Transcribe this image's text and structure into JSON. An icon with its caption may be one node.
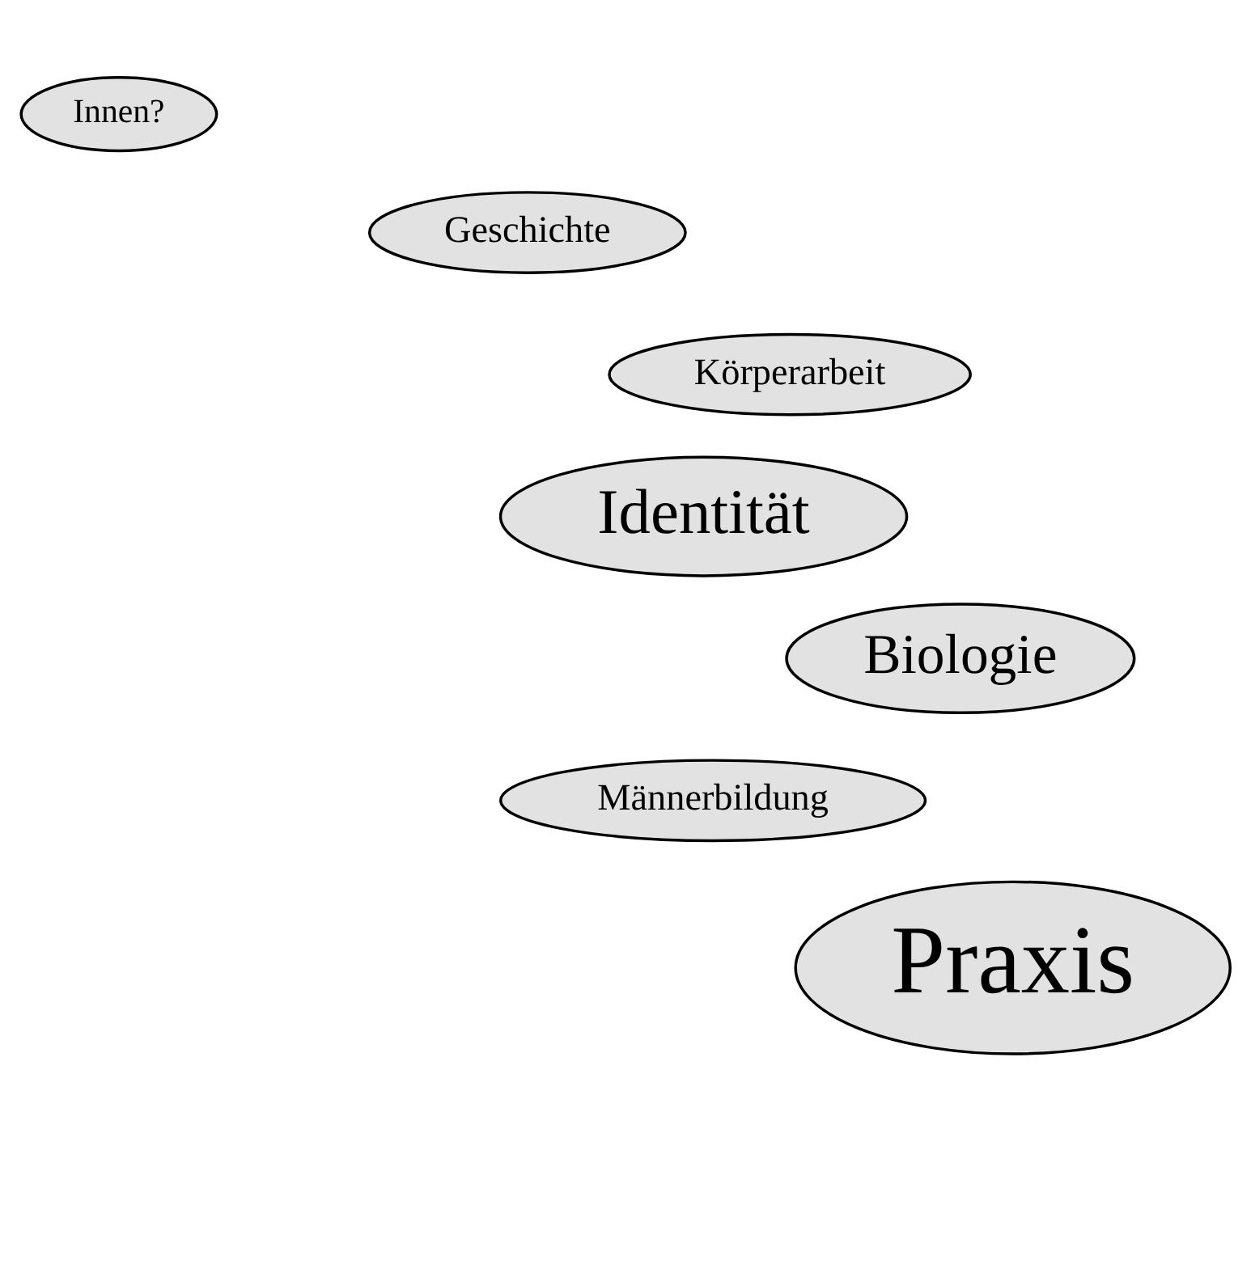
{
  "diagram": {
    "nodes": [
      {
        "text": [
          "Innen?"
        ]
      },
      {
        "text": [
          "Geschichte"
        ]
      },
      {
        "text": [
          "Körperarbeit"
        ]
      },
      {
        "text": [
          "Identität"
        ]
      },
      {
        "text": [
          "Biologie"
        ]
      },
      {
        "text": [
          "Männerbildung"
        ]
      },
      {
        "text": [
          "Praxis"
        ]
      }
    ]
  }
}
